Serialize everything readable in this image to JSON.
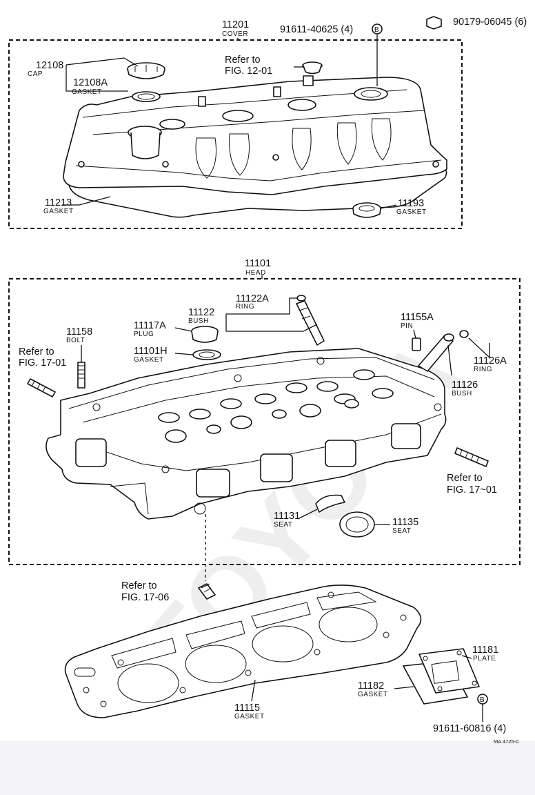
{
  "watermark": "TOYOTA",
  "figure_code": "MA 4725-C",
  "parts": {
    "cover": {
      "num": "11201",
      "name": "COVER"
    },
    "bolt_40625": {
      "num": "91611-40625 (4)",
      "symbol": "B"
    },
    "nut_06045": {
      "num": "90179-06045 (6)"
    },
    "cap": {
      "num": "12108",
      "name": "CAP"
    },
    "cap_gasket": {
      "num": "12108A",
      "name": "GASKET"
    },
    "cover_gasket": {
      "num": "11213",
      "name": "GASKET"
    },
    "plug_gasket": {
      "num": "11193",
      "name": "GASKET"
    },
    "head": {
      "num": "11101",
      "name": "HEAD"
    },
    "ring_a": {
      "num": "11122A",
      "name": "RING"
    },
    "bush": {
      "num": "11122",
      "name": "BUSH"
    },
    "plug": {
      "num": "11117A",
      "name": "PLUG"
    },
    "plug_head_gasket": {
      "num": "11101H",
      "name": "GASKET"
    },
    "bolt_11158": {
      "num": "11158",
      "name": "BOLT"
    },
    "pin": {
      "num": "11155A",
      "name": "PIN"
    },
    "ring_126a": {
      "num": "11126A",
      "name": "RING"
    },
    "bush_126": {
      "num": "11126",
      "name": "BUSH"
    },
    "seat_131": {
      "num": "11131",
      "name": "SEAT"
    },
    "seat_135": {
      "num": "11135",
      "name": "SEAT"
    },
    "head_gasket": {
      "num": "11115",
      "name": "GASKET"
    },
    "plate": {
      "num": "11181",
      "name": "PLATE"
    },
    "plate_gasket": {
      "num": "11182",
      "name": "GASKET"
    },
    "bolt_60816": {
      "num": "91611-60816 (4)",
      "symbol": "B"
    }
  },
  "refs": {
    "fig_12_01": {
      "line1": "Refer to",
      "line2": "FIG. 12-01"
    },
    "fig_17_01_left": {
      "line1": "Refer to",
      "line2": "FIG. 17-01"
    },
    "fig_17_01_right": {
      "line1": "Refer to",
      "line2": "FIG. 17~01"
    },
    "fig_17_06": {
      "line1": "Refer to",
      "line2": "FIG. 17-06"
    }
  }
}
